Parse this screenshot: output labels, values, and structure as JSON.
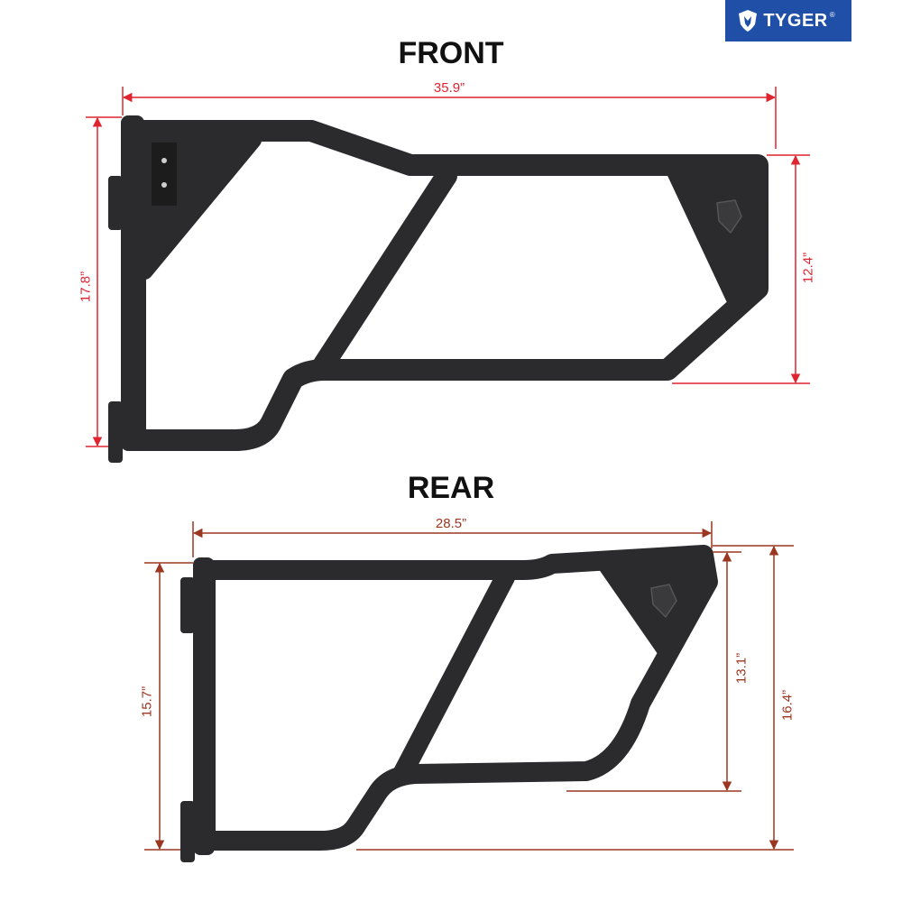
{
  "brand": {
    "name": "TYGER",
    "mark": "®",
    "icon": "shield-lion-logo",
    "color": "#1f4fa6"
  },
  "front": {
    "title": "FRONT",
    "width_label": "35.9”",
    "height_label": "17.8”",
    "inner_height_label": "12.4”",
    "dimension_color": "#e0242f"
  },
  "rear": {
    "title": "REAR",
    "width_label": "28.5”",
    "left_height_label": "15.7”",
    "inner_height_label": "13.1”",
    "height_label": "16.4”",
    "dimension_color": "#9b3620"
  },
  "tube_color": "#2b2b2d"
}
